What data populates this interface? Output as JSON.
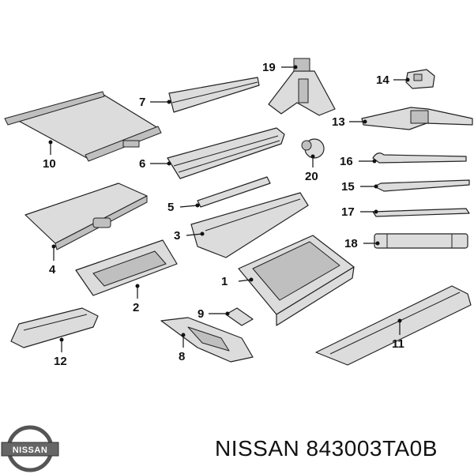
{
  "diagram": {
    "callouts": [
      "1",
      "2",
      "3",
      "4",
      "5",
      "6",
      "7",
      "8",
      "9",
      "10",
      "11",
      "12",
      "13",
      "14",
      "15",
      "16",
      "17",
      "18",
      "19",
      "20"
    ]
  },
  "footer": {
    "brand": "NISSAN",
    "part_number": "843003TA0B",
    "caption": "NISSAN 843003TA0B"
  },
  "logo": {
    "text": "NISSAN"
  }
}
